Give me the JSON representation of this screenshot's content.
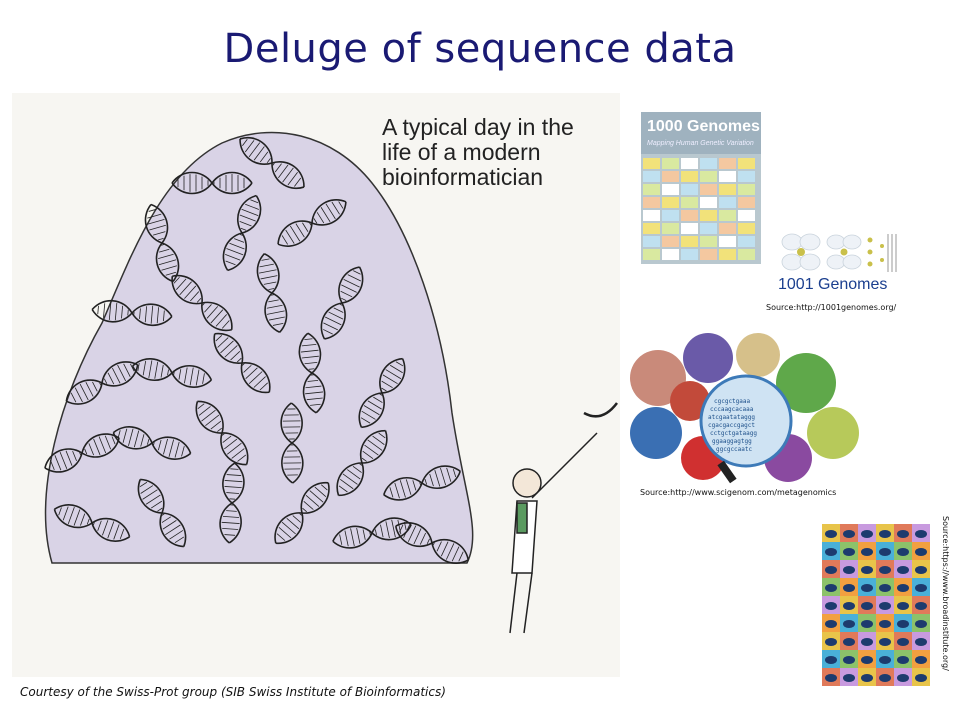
{
  "slide": {
    "title": "Deluge of sequence data"
  },
  "cartoon": {
    "caption": "A typical day in the\nlife of a modern\nbioinformatician",
    "courtesy": "Courtesy of the Swiss-Prot group (SIB Swiss Institute of Bioinformatics)"
  },
  "genomes1000": {
    "title": "1000 Genomes",
    "subtitle": "Mapping Human Genetic Variation"
  },
  "genomes1001": {
    "label": "1001 Genomes",
    "source": "Source:http://1001genomes.org/"
  },
  "metagenomics": {
    "source": "Source:http://www.scigenom.com/metagenomics"
  },
  "broad": {
    "source": "Source:https://www.broadinstitute.org/"
  },
  "colors": {
    "title": "#1a1a73",
    "label_1001": "#1b3f8f"
  }
}
